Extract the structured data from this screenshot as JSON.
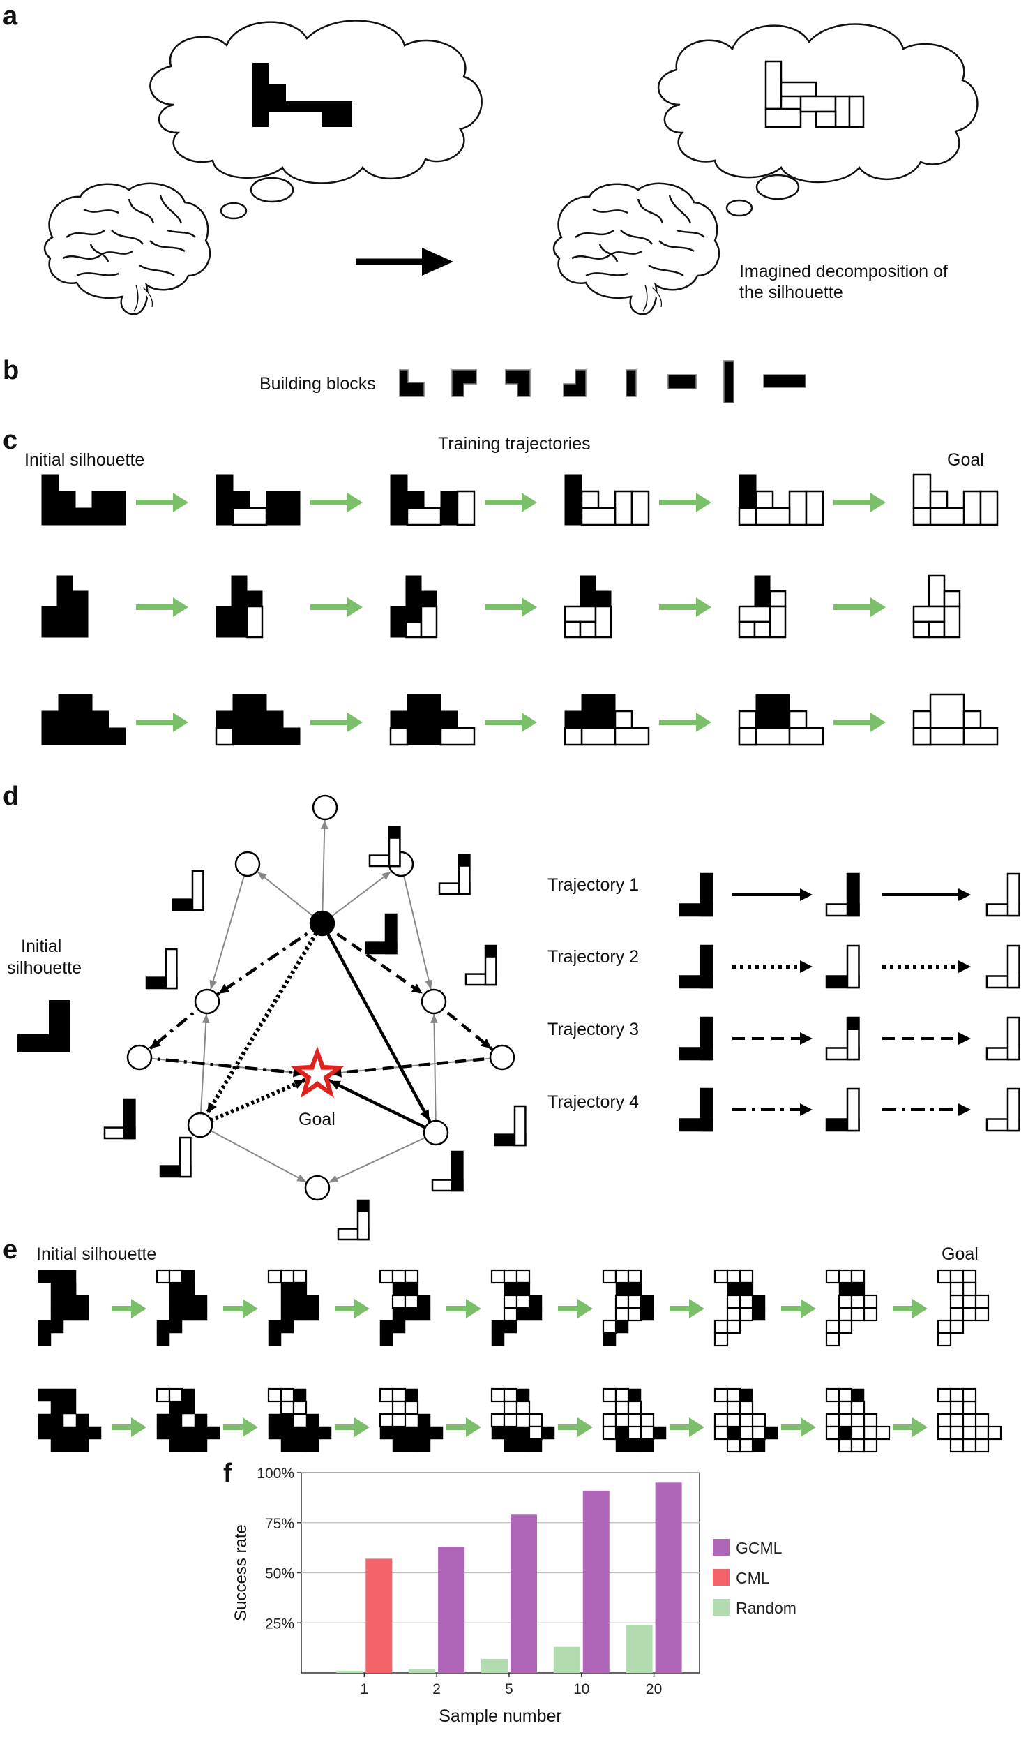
{
  "panels": {
    "a": {
      "label": "a",
      "caption_line1": "Imagined decomposition of",
      "caption_line2": "the silhouette",
      "brain_icons": [
        "brain-icon",
        "brain-icon"
      ],
      "thought_icons": [
        "thought-cloud-icon",
        "thought-cloud-icon"
      ]
    },
    "b": {
      "label": "b",
      "title": "Building blocks",
      "block_count": 8
    },
    "c": {
      "label": "c",
      "left_label": "Initial silhouette",
      "center_label": "Training trajectories",
      "right_label": "Goal",
      "rows": 3,
      "steps_per_row": 6
    },
    "d": {
      "label": "d",
      "initial_line1": "Initial",
      "initial_line2": "silhouette",
      "goal_label": "Goal",
      "trajectories": [
        {
          "label": "Trajectory 1",
          "style": "solid"
        },
        {
          "label": "Trajectory 2",
          "style": "dotted"
        },
        {
          "label": "Trajectory 3",
          "style": "dashed"
        },
        {
          "label": "Trajectory 4",
          "style": "dashdot"
        }
      ]
    },
    "e": {
      "label": "e",
      "left_label": "Initial silhouette",
      "right_label": "Goal",
      "rows": 2,
      "steps_per_row": 9
    },
    "f": {
      "label": "f"
    }
  },
  "colors": {
    "arrow_green": "#7cbf6a",
    "gcml": "#b066b8",
    "cml": "#f2646a",
    "random": "#b2dbb0",
    "goal_star": "#e0221e",
    "grid": "#bdbdbd"
  },
  "chart_data": {
    "type": "bar",
    "categories": [
      "1",
      "2",
      "5",
      "10",
      "20"
    ],
    "xlabel": "Sample number",
    "ylabel": "Success rate",
    "ylim": [
      0,
      100
    ],
    "yticks": [
      "25%",
      "50%",
      "75%",
      "100%"
    ],
    "grid": true,
    "legend_placement": "right",
    "series": [
      {
        "name": "Random",
        "values": [
          1,
          2,
          7,
          13,
          24
        ]
      },
      {
        "name": "CML",
        "values": [
          57,
          null,
          null,
          null,
          null
        ]
      },
      {
        "name": "GCML",
        "values": [
          null,
          63,
          79,
          91,
          95
        ]
      }
    ]
  }
}
